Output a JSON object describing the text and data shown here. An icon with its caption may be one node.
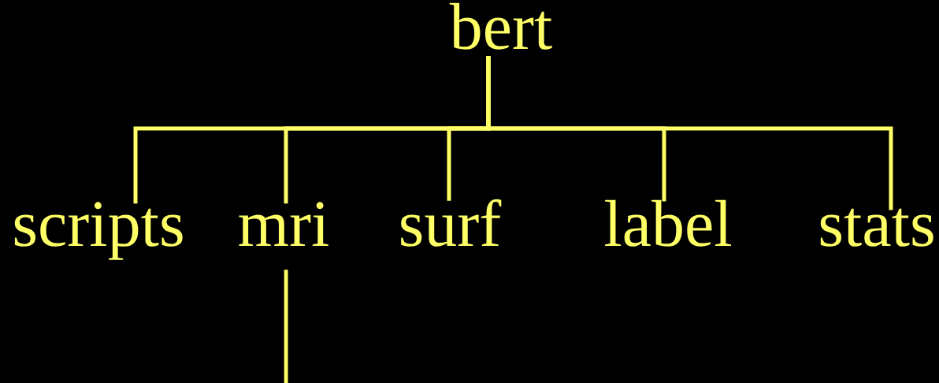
{
  "diagram": {
    "nodes": [
      {
        "text": [
          "bert"
        ]
      },
      {
        "text": [
          "scripts"
        ]
      },
      {
        "text": [
          "mri"
        ]
      },
      {
        "text": [
          "surf"
        ]
      },
      {
        "text": [
          "label"
        ]
      },
      {
        "text": [
          "stats"
        ]
      }
    ],
    "edges": [
      {
        "from": 0,
        "to": 1,
        "arrow": "none"
      },
      {
        "from": 0,
        "to": 2,
        "arrow": "none"
      },
      {
        "from": 0,
        "to": 3,
        "arrow": "none"
      },
      {
        "from": 0,
        "to": 4,
        "arrow": "none"
      },
      {
        "from": 0,
        "to": 5,
        "arrow": "none"
      },
      {
        "from": 2,
        "to": null,
        "arrow": "none"
      }
    ]
  }
}
